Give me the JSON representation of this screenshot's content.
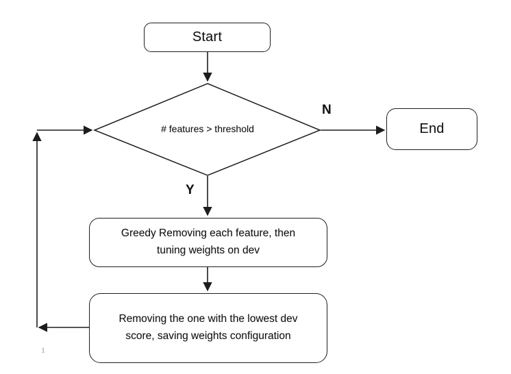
{
  "diagram": {
    "title": "feature-selection-flowchart",
    "page_number": "1",
    "nodes": {
      "start": {
        "type": "terminal",
        "label": "Start"
      },
      "decision": {
        "type": "decision",
        "label": "# features > threshold"
      },
      "end": {
        "type": "terminal",
        "label": "End"
      },
      "process1": {
        "type": "process",
        "label": "Greedy Removing each feature, then tuning weights on dev"
      },
      "process2": {
        "type": "process",
        "label": "Removing the one with the lowest dev score, saving weights configuration"
      }
    },
    "branches": {
      "no": "N",
      "yes": "Y"
    },
    "edges": [
      {
        "from": "start",
        "to": "decision",
        "label": ""
      },
      {
        "from": "decision",
        "to": "end",
        "label": "N"
      },
      {
        "from": "decision",
        "to": "process1",
        "label": "Y"
      },
      {
        "from": "process1",
        "to": "process2",
        "label": ""
      },
      {
        "from": "process2",
        "to": "decision",
        "label": "",
        "note": "loop back via left side"
      }
    ],
    "colors": {
      "stroke": "#1d1d1d",
      "node_fill": "#ffffff",
      "text": "#141414",
      "page_number": "#9099ab",
      "background": "#ffffff"
    }
  }
}
